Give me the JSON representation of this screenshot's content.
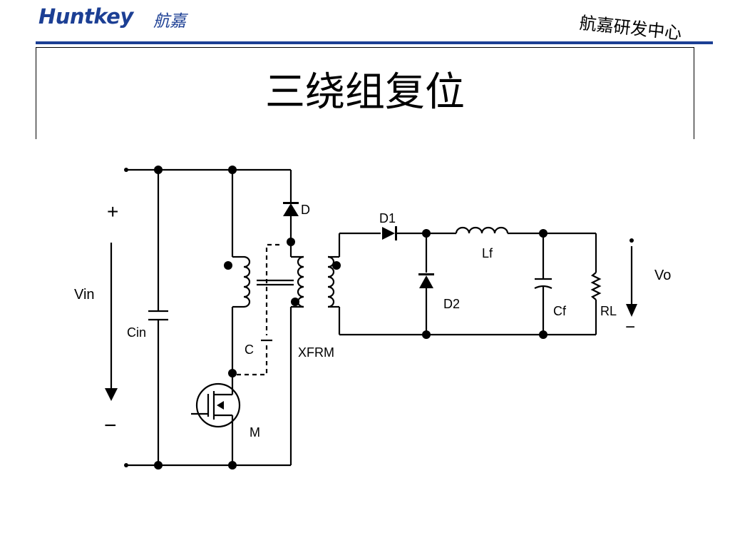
{
  "header": {
    "logo_text": "Huntkey",
    "logo_cn": "航嘉",
    "center_label": "航嘉研发中心",
    "brand_color": "#1c3f94"
  },
  "slide": {
    "title": "三绕组复位"
  },
  "circuit": {
    "labels": {
      "plus": "+",
      "minus": "−",
      "vin": "Vin",
      "cin": "Cin",
      "d": "D",
      "d1": "D1",
      "lf": "Lf",
      "d2": "D2",
      "cf": "Cf",
      "rl": "RL",
      "vo": "Vo",
      "c": "C",
      "xfrm": "XFRM",
      "m": "M"
    }
  }
}
